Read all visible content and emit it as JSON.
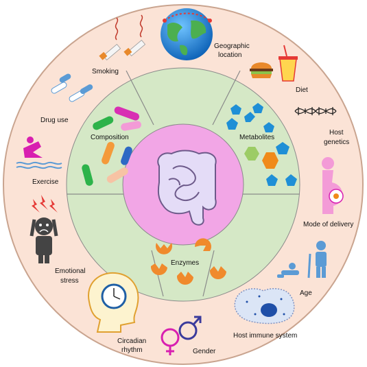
{
  "center": {
    "icon": "intestine-icon"
  },
  "inner_ring": {
    "composition": "Composition",
    "metabolites": "Metabolites",
    "enzymes": "Enzymes"
  },
  "outer_factors": {
    "geographic_location": [
      "Geographic",
      "location"
    ],
    "diet": "Diet",
    "host_genetics": [
      "Host",
      "genetics"
    ],
    "mode_of_delivery": "Mode of delivery",
    "age": "Age",
    "host_immune_system": "Host immune  system",
    "gender": "Gender",
    "circadian_rhythm": [
      "Circadian",
      "rhythm"
    ],
    "emotional_stress": [
      "Emotional",
      "stress"
    ],
    "exercise": "Exercise",
    "drug_use": "Drug use",
    "smoking": "Smoking"
  },
  "colors": {
    "outer_ring": "#fbe3d6",
    "outer_ring_stroke": "#c9a48f",
    "inner_ring": "#d5e8c6",
    "inner_ring_stroke": "#8a8a8a",
    "center": "#f2a6e6",
    "intestine": "#e4dcf7",
    "metabolite_blue": "#1f8fd6",
    "metabolite_orange": "#f08a1a",
    "metabolite_green": "#9ccc65",
    "enzyme_orange": "#f08a2c"
  }
}
